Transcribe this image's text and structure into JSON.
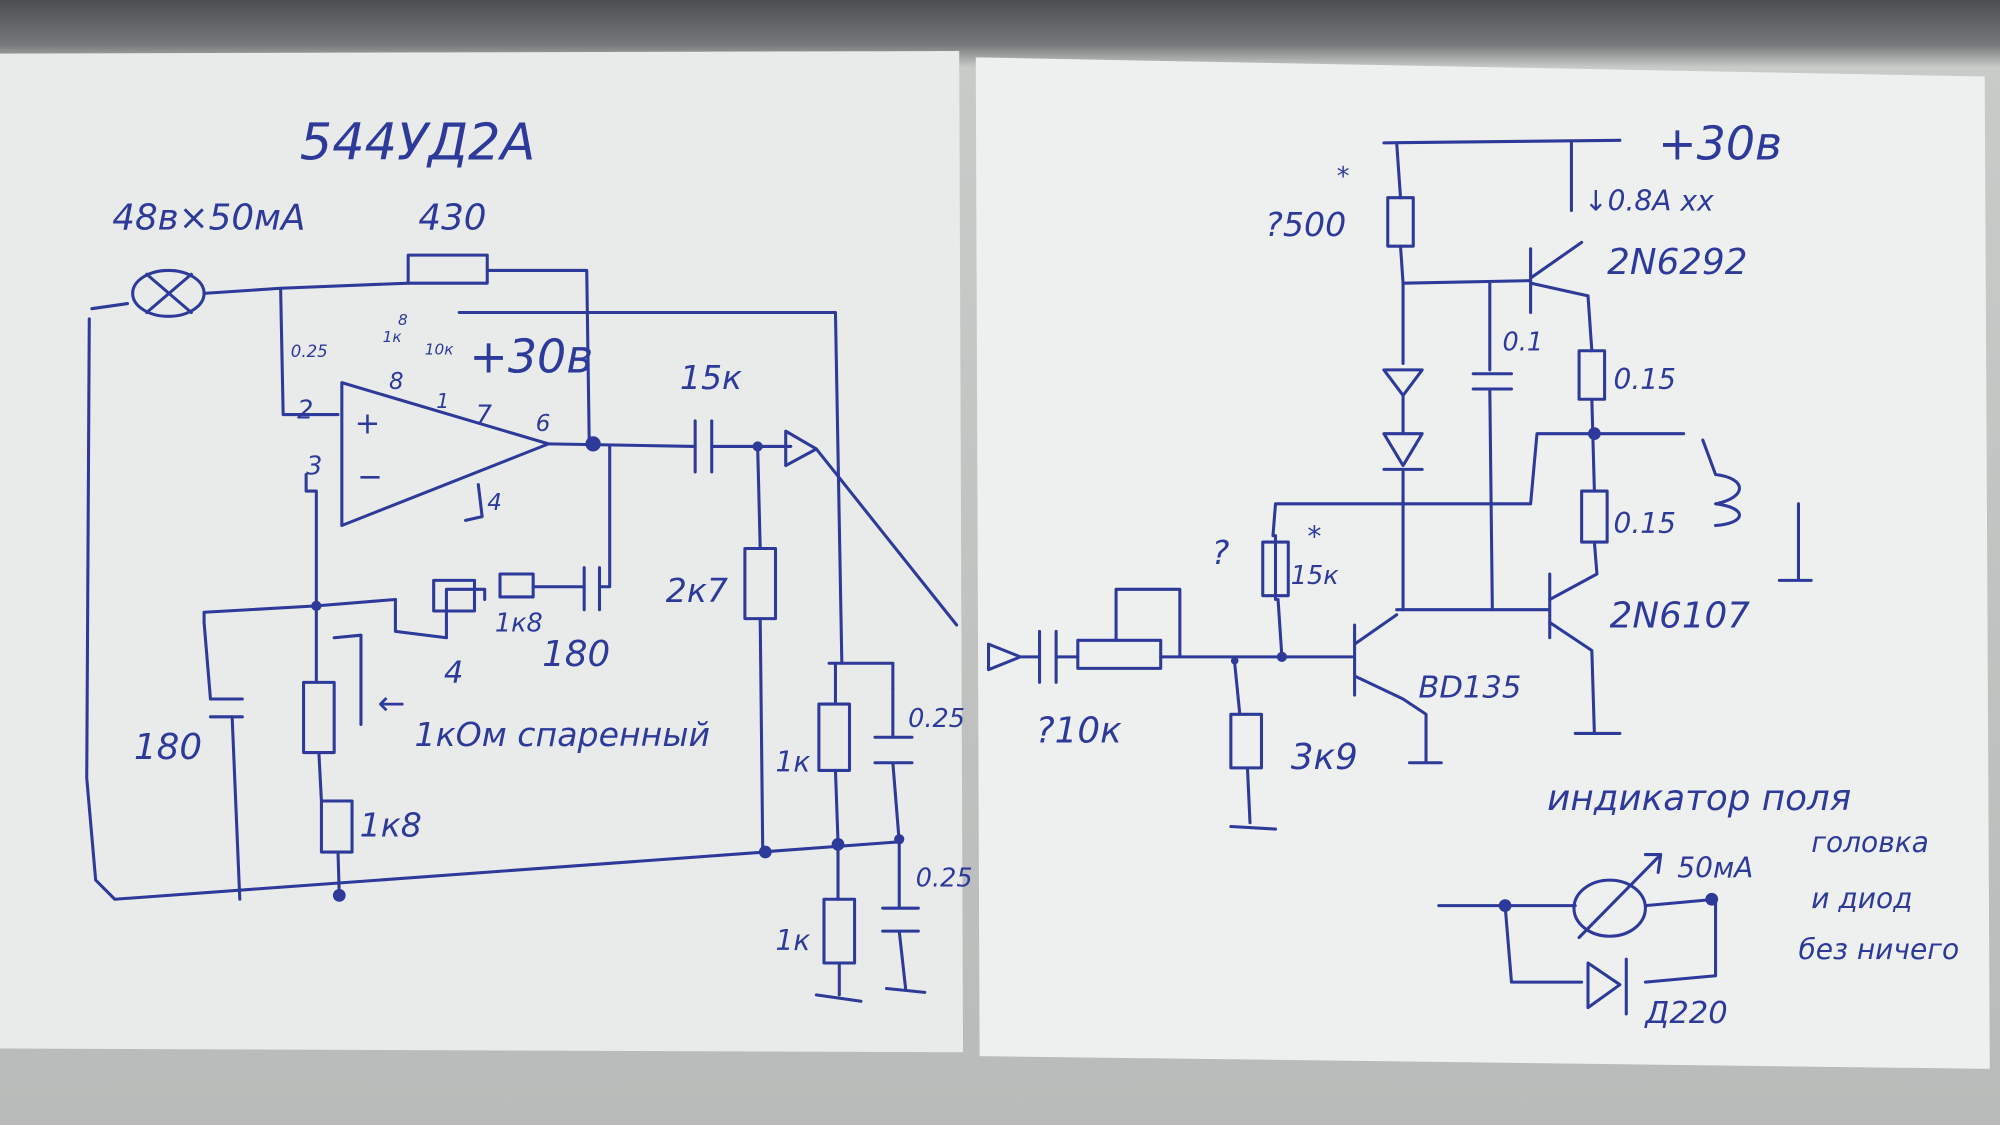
{
  "left_sheet": {
    "title": "544УД2А",
    "lamp_label": "48в×50мА",
    "r_feedback": "430",
    "c_comp": "0.25",
    "r_comp1": "1к",
    "r_comp1_pin": "8",
    "r_comp2": "10к",
    "supply": "+30в",
    "pin_2": "2",
    "pin_3": "3",
    "pin_8": "8",
    "pin_1": "1",
    "pin_7": "7",
    "pin_6": "6",
    "pin_4": "4",
    "plus": "+",
    "minus": "−",
    "c_out": "15к",
    "r_2k7": "2к7",
    "r_1k8_a": "1к8",
    "thermistor": "4",
    "c_180_a": "180",
    "pot_label": "1кОм спаренный",
    "c_180_b": "180",
    "r_1k8_b": "1к8",
    "r_1k_a": "1к",
    "c_025_a": "0.25",
    "c_025_b": "0.25",
    "r_1k_b": "1к"
  },
  "right_sheet": {
    "supply": "+30в",
    "star_1": "*",
    "r_500": "?500",
    "idle_current": "↓0.8А хх",
    "q1": "2N6292",
    "c_01": "0.1",
    "r_015_a": "0.15",
    "r_015_b": "0.15",
    "question": "?",
    "star_2": "*",
    "r_15k": "15к",
    "q2": "2N6107",
    "q3": "BD135",
    "r_10k": "?10к",
    "r_3k9": "3к9",
    "indicator_title": "индикатор поля",
    "indicator_line2": "головка",
    "indicator_line3": "и диод",
    "indicator_line4": "без ничего",
    "meter": "50мА",
    "diode": "Д220"
  },
  "colors": {
    "ink": "#2d3a9a",
    "paper": "#eceeed"
  }
}
